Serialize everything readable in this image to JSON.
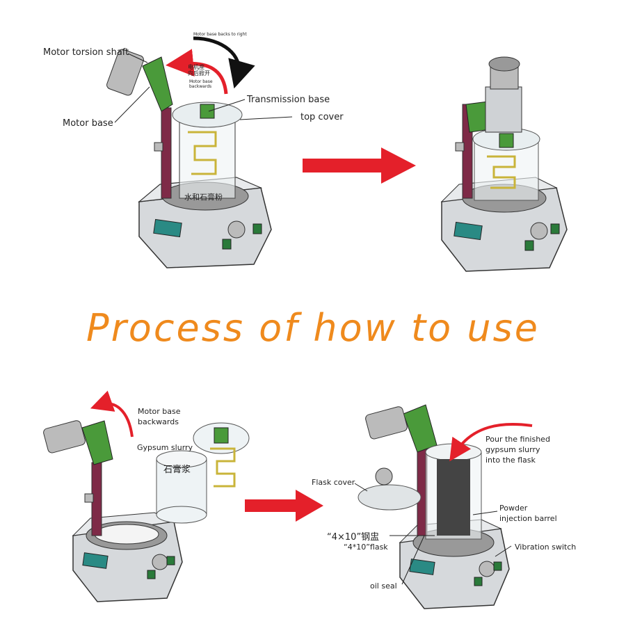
{
  "title": "Process of how to use",
  "colors": {
    "title": "#ef8a1d",
    "arrow": "#e4202a",
    "purple": "#7e2a47",
    "green": "#4a9a3a",
    "machine": "#d6d9dc",
    "panel": "#2a8a84"
  },
  "step1": {
    "motor_torsion_shaft": "Motor torsion shaft",
    "motor_base": "Motor base",
    "motor_base_back_right": "Motor base backs to right",
    "cn_motor_back": "电机座\n向后掀开",
    "en_motor_back": "Motor base\nbackwards",
    "transmission_base": "Transmission base",
    "top_cover": "top cover",
    "jar_text": "水和石膏粉"
  },
  "step3": {
    "motor_base_backwards": "Motor base\nbackwards",
    "gypsum_slurry": "Gypsum slurry",
    "jar_text": "石膏浆"
  },
  "step4": {
    "pour_text": "Pour the finished\ngypsum slurry\ninto the flask",
    "flask_cover": "Flask cover",
    "powder_barrel": "Powder\ninjection barrel",
    "flask_cn": "“4×10”钢盅",
    "flask_en": "“4*10”flask",
    "vibration_switch": "Vibration switch",
    "oil_seal": "oil seal"
  }
}
